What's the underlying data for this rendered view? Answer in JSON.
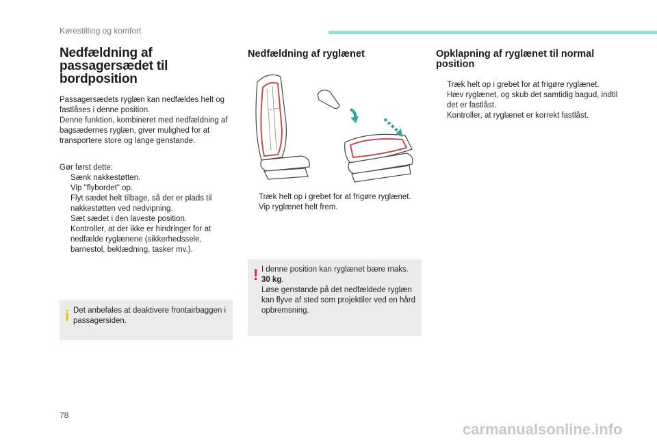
{
  "header": {
    "label": "Kørestilling og komfort"
  },
  "col1": {
    "title": "Nedfældning af passagersædet til bordposition",
    "intro": [
      "Passagersædets ryglæn kan nedfældes helt og fastlåses i denne position.",
      "Denne funktion, kombineret med nedfældning af bagsædernes ryglæn, giver mulighed for at transportere store og lange genstande."
    ],
    "first_label": "Gør først dette:",
    "steps": [
      "Sænk nakkestøtten.",
      "Vip \"flybordet\" op.",
      "Flyt sædet helt tilbage, så der er plads til nakkestøtten ved nedvipning.",
      "Sæt sædet i den laveste position.",
      "Kontroller, at der ikke er hindringer for at nedfælde ryglænene (sikkerhedssele, barnestol, beklædning, tasker mv.)."
    ],
    "info_icon": "i",
    "info_text": "Det anbefales at deaktivere frontairbaggen i passagersiden."
  },
  "col2": {
    "title": "Nedfældning af ryglænet",
    "steps": [
      "Træk helt op i grebet for at frigøre ryglænet.",
      "Vip ryglænet helt frem."
    ],
    "warn_icon": "!",
    "warn_line1": "I denne position kan ryglænet bære maks. ",
    "warn_bold": "30 kg",
    "warn_line1_end": ".",
    "warn_line2": "Løse genstande på det nedfældede ryglæn kan flyve af sted som projektiler ved en hård opbremsning."
  },
  "col3": {
    "title": "Opklapning af ryglænet til normal position",
    "steps": [
      "Træk helt op i grebet for at frigøre ryglænet.",
      "Hæv ryglænet, og skub det samtidig bagud, indtil det er fastlåst.",
      "Kontroller, at ryglænet er korrekt fastlåst."
    ]
  },
  "bullet_marker": "",
  "page_number": "78",
  "watermark": "carmanualsonline.info",
  "colors": {
    "accent": "#8fe0d8",
    "warn": "#e0202a",
    "info": "#e8c400",
    "box_bg": "#ebebeb"
  }
}
